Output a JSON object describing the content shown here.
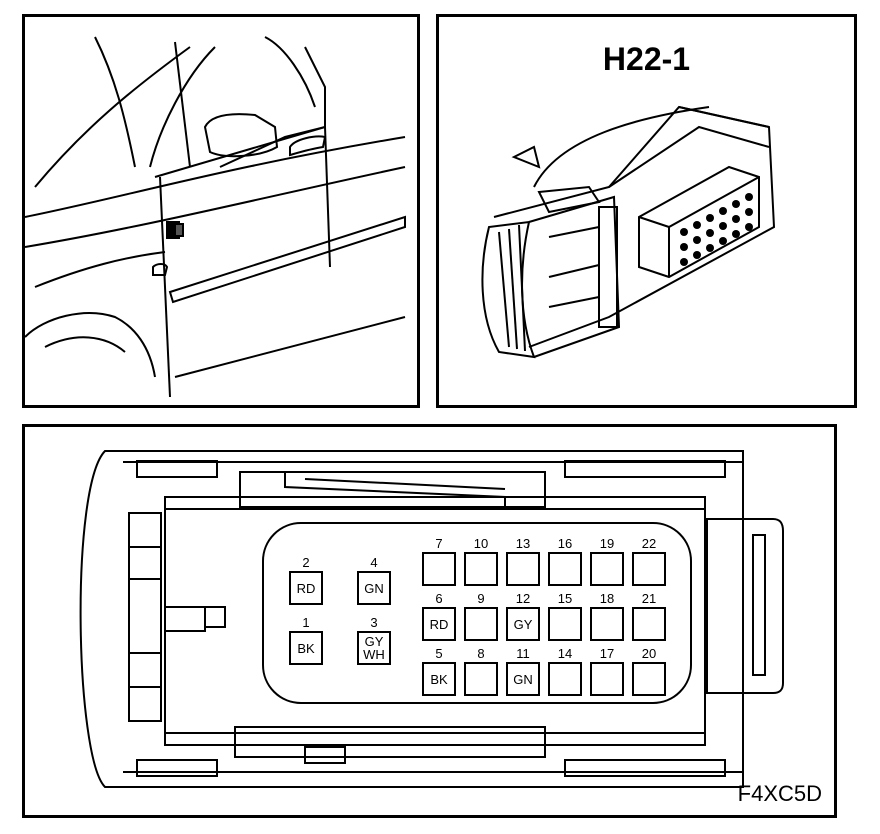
{
  "connector_view": {
    "title": "H22-1"
  },
  "figure_code": "F4XC5D",
  "pinout": {
    "left_pins": [
      {
        "number": "2",
        "color": "RD"
      },
      {
        "number": "4",
        "color": "GN"
      },
      {
        "number": "1",
        "color": "BK"
      },
      {
        "number": "3",
        "color": "GY\nWH"
      }
    ],
    "grid_pins": [
      {
        "number": "7",
        "color": ""
      },
      {
        "number": "10",
        "color": ""
      },
      {
        "number": "13",
        "color": ""
      },
      {
        "number": "16",
        "color": ""
      },
      {
        "number": "19",
        "color": ""
      },
      {
        "number": "22",
        "color": ""
      },
      {
        "number": "6",
        "color": "RD"
      },
      {
        "number": "9",
        "color": ""
      },
      {
        "number": "12",
        "color": "GY"
      },
      {
        "number": "15",
        "color": ""
      },
      {
        "number": "18",
        "color": ""
      },
      {
        "number": "21",
        "color": ""
      },
      {
        "number": "5",
        "color": "BK"
      },
      {
        "number": "8",
        "color": ""
      },
      {
        "number": "11",
        "color": "GN"
      },
      {
        "number": "14",
        "color": ""
      },
      {
        "number": "17",
        "color": ""
      },
      {
        "number": "20",
        "color": ""
      }
    ]
  }
}
